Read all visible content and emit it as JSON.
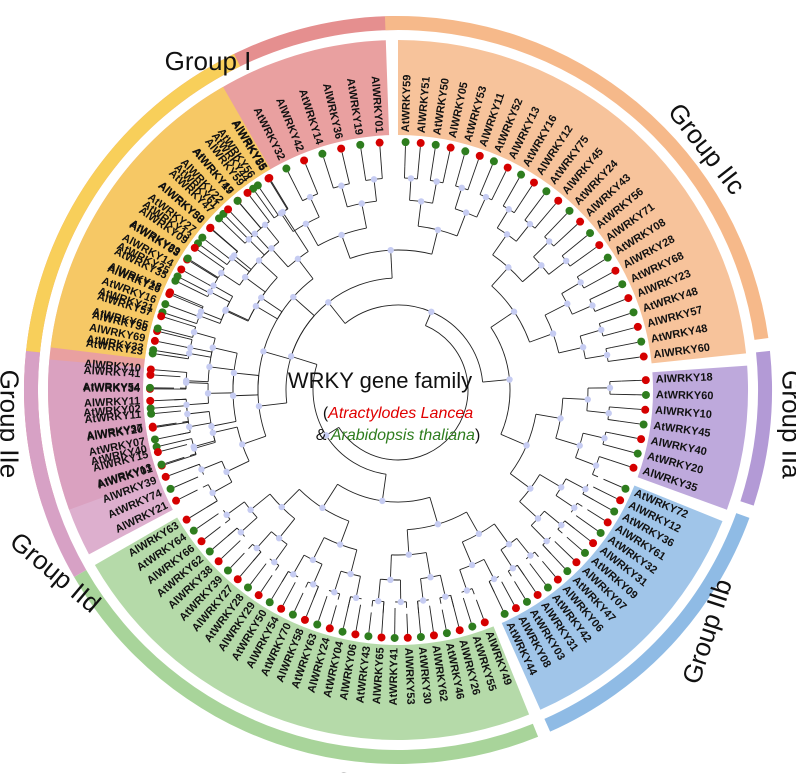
{
  "title": "WRKY gene family",
  "legend": {
    "open": "(",
    "species_a": "Atractylodes Lancea",
    "amp": "& ",
    "species_b": "Arabidopsis thaliana",
    "close": ")"
  },
  "colors": {
    "group_I": "#e58f8f",
    "group_IIc": "#f6b98a",
    "group_IIa": "#b39ad6",
    "group_IIb": "#8fbbe5",
    "group_III": "#a8d49a",
    "group_IId": "#d7a1c5",
    "group_IIe": "#f8cf5a",
    "al_dot": "#d50000",
    "at_dot": "#2e7d1e",
    "node": "#c6ccf2",
    "branch": "#222222"
  },
  "groups": [
    {
      "id": "I",
      "label": "Group I",
      "color_key": "group_I",
      "leaves": [
        "AlWRKY01",
        "AtWRKY40",
        "AlWRKY20",
        "AtWRKY02",
        "AlWRKY34",
        "AlWRKY10",
        "AtWRKY33",
        "AlWRKY38",
        "AtWRKY21",
        "AlWRKY26",
        "AtWRKY25",
        "AlWRKY03",
        "AtWRKY13",
        "AlWRKY58",
        "AtWRKY61",
        "AlWRKY49",
        "AtWRKY44",
        "AlWRKY25",
        "AtWRKY32",
        "AlWRKY42",
        "AtWRKY14",
        "AlWRKY36",
        "AtWRKY19",
        "AlWRKY01"
      ]
    },
    {
      "id": "IIc",
      "label": "Group IIc",
      "color_key": "group_IIc",
      "leaves": [
        "AtWRKY59",
        "AlWRKY51",
        "AtWRKY50",
        "AlWRKY05",
        "AtWRKY53",
        "AlWRKY11",
        "AtWRKY52",
        "AlWRKY13",
        "AtWRKY16",
        "AlWRKY12",
        "AtWRKY75",
        "AlWRKY45",
        "AtWRKY24",
        "AlWRKY43",
        "AtWRKY56",
        "AlWRKY71",
        "AtWRKY08",
        "AlWRKY28",
        "AtWRKY68",
        "AlWRKY23",
        "AtWRKY48",
        "AlWRKY57",
        "AtWRKY48",
        "AlWRKY60"
      ]
    },
    {
      "id": "IIa",
      "label": "Group IIa",
      "color_key": "group_IIa",
      "leaves": [
        "AlWRKY18",
        "AtWRKY60",
        "AlWRKY10",
        "AtWRKY45",
        "AlWRKY40",
        "AtWRKY20",
        "AlWRKY35"
      ]
    },
    {
      "id": "IIb",
      "label": "Group IIb",
      "color_key": "group_IIb",
      "leaves": [
        "AtWRKY72",
        "AlWRKY12",
        "AtWRKY36",
        "AlWRKY61",
        "AtWRKY32",
        "AlWRKY31",
        "AtWRKY09",
        "AlWRKY07",
        "AtWRKY47",
        "AlWRKY06",
        "AtWRKY42",
        "AlWRKY31",
        "AtWRKY03",
        "AlWRKY08",
        "AtWRKY44"
      ]
    },
    {
      "id": "III",
      "label": "Group III",
      "color_key": "group_III",
      "leaves": [
        "AlWRKY49",
        "AtWRKY55",
        "AlWRKY26",
        "AtWRKY46",
        "AlWRKY62",
        "AtWRKY30",
        "AlWRKY53",
        "AtWRKY41",
        "AlWRKY65",
        "AtWRKY43",
        "AlWRKY06",
        "AtWRKY04",
        "AlWRKY24",
        "AtWRKY63",
        "AlWRKY58",
        "AtWRKY70",
        "AlWRKY54",
        "AtWRKY50",
        "AlWRKY29",
        "AtWRKY28",
        "AlWRKY27",
        "AtWRKY39",
        "AlWRKY38",
        "AtWRKY62",
        "AlWRKY66",
        "AtWRKY64",
        "AlWRKY63"
      ]
    },
    {
      "id": "IId",
      "label": "Group IId",
      "color_key": "group_IId",
      "leaves": [
        "AlWRKY21",
        "AtWRKY74",
        "AlWRKY39",
        "AtWRKY13",
        "AlWRKY15",
        "AtWRKY07",
        "AlWRKY37",
        "AtWRKY11",
        "AlWRKY11",
        "AtWRKY54",
        "AlWRKY41"
      ]
    },
    {
      "id": "IIe",
      "label": "Group IIe",
      "color_key": "group_IIe",
      "leaves": [
        "AtWRKY23",
        "AlWRKY69",
        "AtWRKY65",
        "AlWRKY57",
        "AtWRKY16",
        "AlWRKY18",
        "AtWRKY35",
        "AlWRKY14",
        "AtWRKY29",
        "AlWRKY09",
        "AtWRKY27",
        "AlWRKY30",
        "AtWRKY47",
        "AlWRKY22",
        "AtWRKY17",
        "AlWRKY59",
        "AtWRKY56",
        "AlWRKY55"
      ]
    }
  ]
}
